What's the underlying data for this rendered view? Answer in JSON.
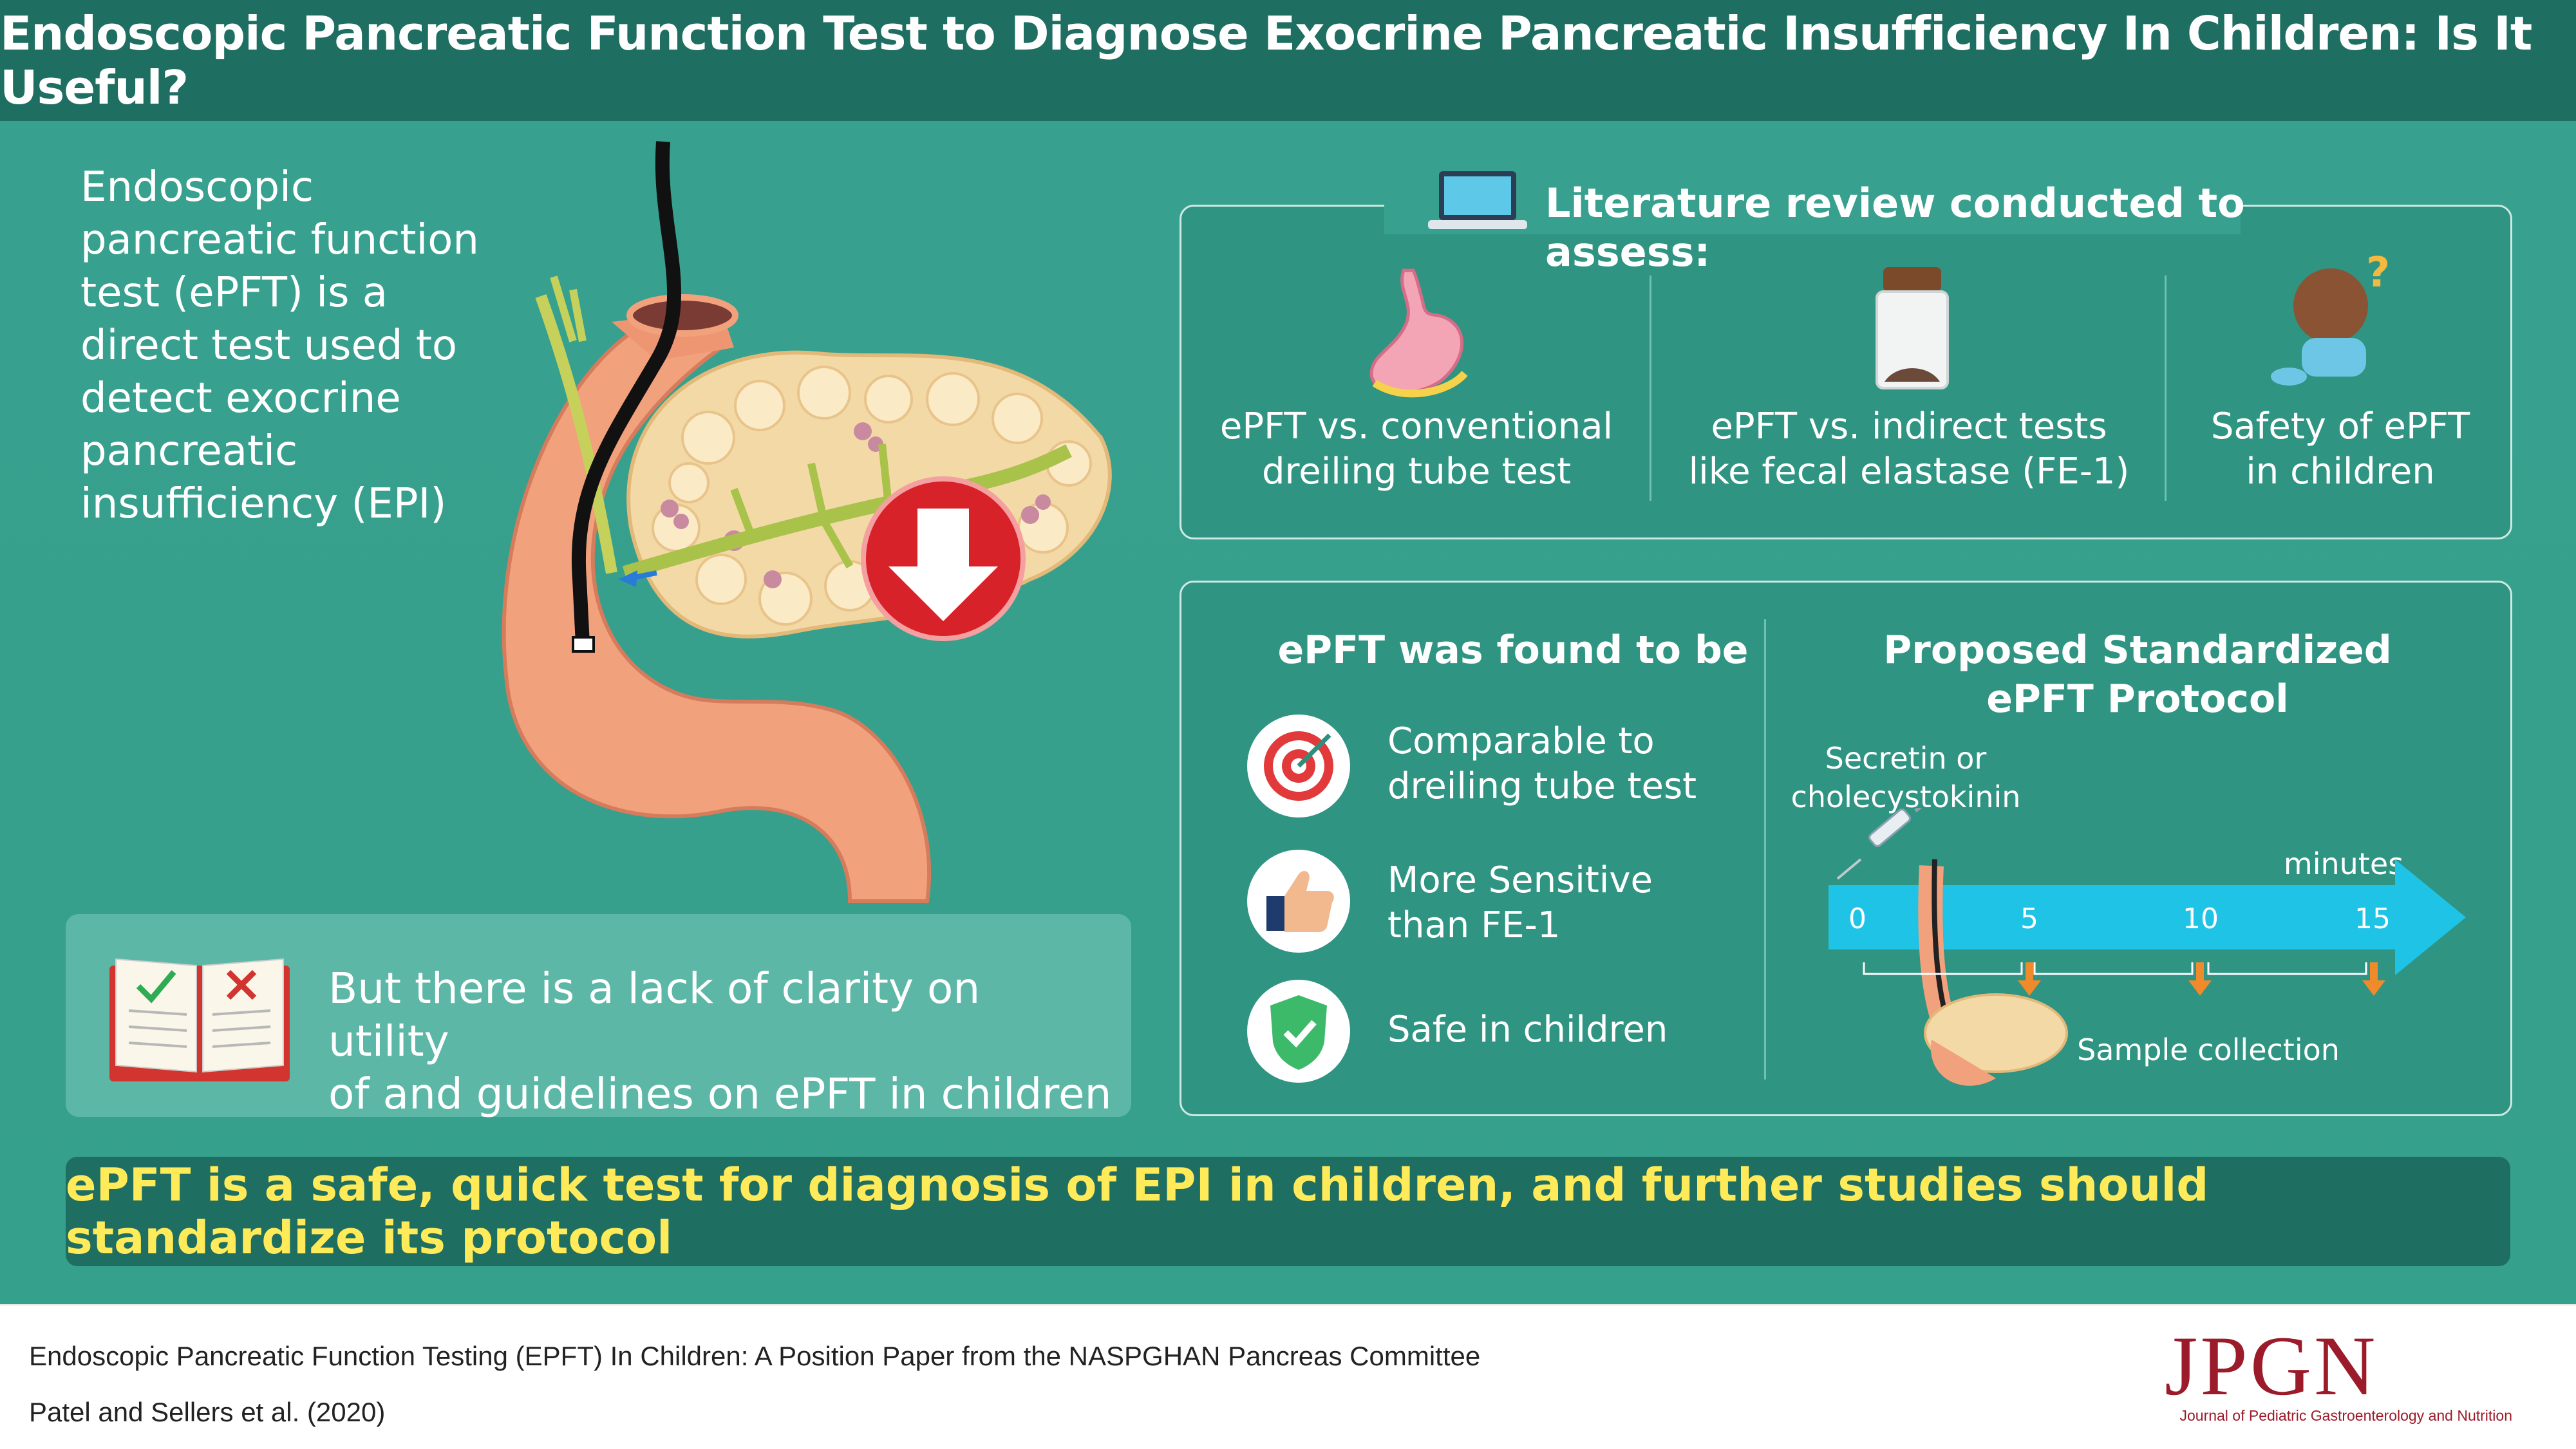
{
  "header": {
    "title": "Endoscopic Pancreatic Function Test to Diagnose Exocrine Pancreatic Insufficiency In Children: Is It Useful?"
  },
  "intro": {
    "text": "Endoscopic pancreatic function test (ePFT) is a direct test used to detect exocrine pancreatic insufficiency (EPI)"
  },
  "literature": {
    "title": "Literature review conducted to assess:",
    "items": [
      {
        "icon": "stomach-icon",
        "line1": "ePFT vs. conventional",
        "line2": "dreiling tube test"
      },
      {
        "icon": "sample-jar-icon",
        "line1": "ePFT vs. indirect tests",
        "line2": "like fecal elastase (FE-1)"
      },
      {
        "icon": "baby-question-icon",
        "line1": "Safety of ePFT",
        "line2": "in children"
      }
    ]
  },
  "findings": {
    "title": "ePFT was found to be",
    "items": [
      {
        "icon": "target-icon",
        "line1": "Comparable to",
        "line2": "dreiling tube test"
      },
      {
        "icon": "thumbs-up-icon",
        "line1": "More Sensitive",
        "line2": "than FE-1"
      },
      {
        "icon": "shield-check-icon",
        "line1": "Safe in children",
        "line2": ""
      }
    ]
  },
  "protocol": {
    "title_line1": "Proposed Standardized",
    "title_line2": "ePFT Protocol",
    "stimulant_line1": "Secretin or",
    "stimulant_line2": "cholecystokinin",
    "axis_unit": "minutes",
    "ticks": [
      "0",
      "5",
      "10",
      "15"
    ],
    "sample_label": "Sample collection"
  },
  "lack": {
    "line1": "But there is a lack of clarity on utility",
    "line2": "of and guidelines on ePFT in children"
  },
  "conclusion": {
    "text": "ePFT is a safe, quick test for diagnosis of EPI in children, and further studies should standardize its protocol"
  },
  "footer": {
    "paper_title": "Endoscopic Pancreatic Function Testing (EPFT) In Children: A Position Paper from the NASPGHAN Pancreas Committee",
    "authors": "Patel and Sellers et al. (2020)",
    "logo_text": "JPGN",
    "journal_name": "Journal of Pediatric Gastroenterology and Nutrition"
  },
  "colors": {
    "background": "#38a08e",
    "header": "#1f6e62",
    "highlight_text": "#ffeb5a",
    "arrow_blue": "#1ec3e6",
    "arrow_orange": "#f08a2a",
    "logo": "#9b1b2a"
  }
}
